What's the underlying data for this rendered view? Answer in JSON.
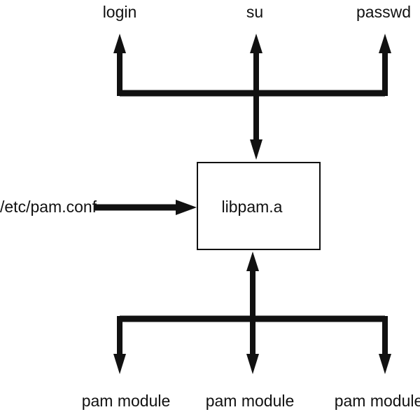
{
  "diagram": {
    "programs": [
      "login",
      "su",
      "passwd"
    ],
    "config_file": "/etc/pam.conf",
    "library": "libpam.a",
    "modules": [
      "pam module",
      "pam module",
      "pam module"
    ]
  },
  "colors": {
    "line": "#111111",
    "box_border": "#111111",
    "background": "#ffffff"
  }
}
